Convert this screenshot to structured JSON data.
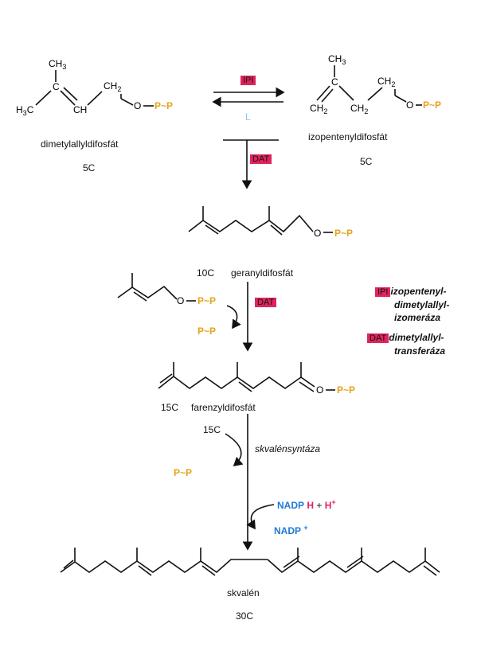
{
  "colors": {
    "phosphate": "#e6a31a",
    "enzyme_tag": "#e0245e",
    "nadp": "#1f79d6",
    "hydrogen": "#e0245e"
  },
  "atoms": {
    "ch3": "CH",
    "h3c": "H",
    "c": "C",
    "ch": "CH",
    "ch2": "CH",
    "o": "O",
    "pp": "P~P",
    "sub2": "2",
    "sub3": "3",
    "ch2_lower": "CH",
    "ch2_mid": "CH"
  },
  "compounds": {
    "dmapp": {
      "name": "dimetylallyldifosfát",
      "carbons": "5C"
    },
    "ipp": {
      "name": "izopentenyldifosfát",
      "carbons": "5C"
    },
    "gpp": {
      "name": "geranyldifosfát",
      "carbons": "10C"
    },
    "fpp": {
      "name": "farenzyldifosfát",
      "carbons": "15C"
    },
    "squalene": {
      "name": "skvalén",
      "carbons": "30C"
    }
  },
  "enzymes": {
    "ipi": "IPI",
    "dat": "DAT",
    "squalene_synthase": "skvalénsyntáza"
  },
  "legend": {
    "ipi_tag": "IPI",
    "ipi_text_1": "izopentenyl-",
    "ipi_text_2": "dimetylallyl-",
    "ipi_text_3": "izomeráza",
    "dat_tag": "DAT",
    "dat_text_1": "dimetylallyl-",
    "dat_text_2": "transferáza"
  },
  "steps": {
    "released_pp": "P~P",
    "incoming_15c": "15C",
    "nadph_nadp": "NADP",
    "nadph_h": "H",
    "plus": "+",
    "h_plus": "H",
    "plus_sup": "+",
    "nadp_out": "NADP",
    "nadp_sup": "+"
  }
}
